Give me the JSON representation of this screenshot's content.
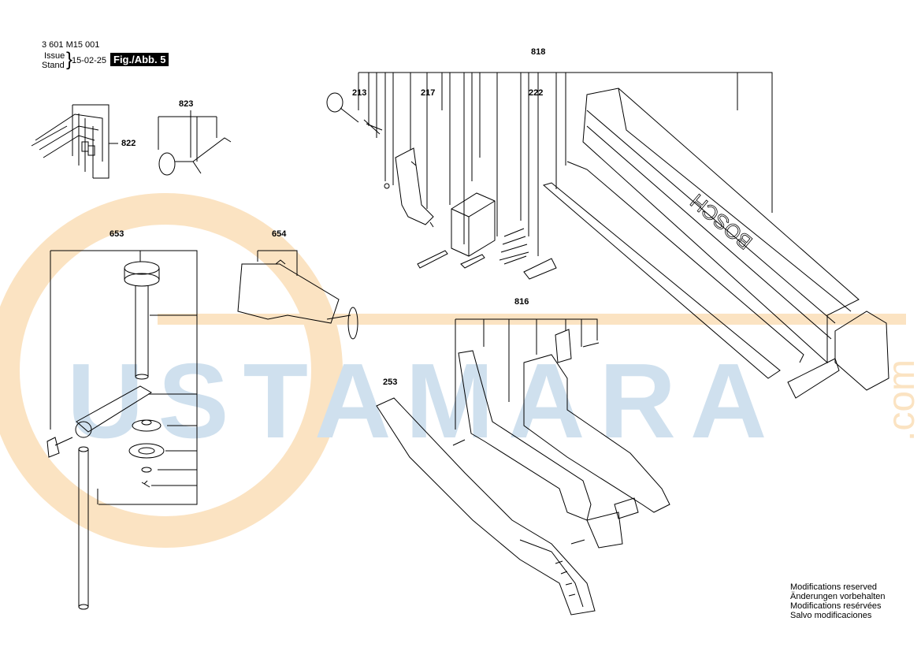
{
  "header": {
    "doc_number": "3 601 M15 001",
    "issue_label": "Issue",
    "stand_label": "Stand",
    "date": "15-02-25",
    "figure": "Fig./Abb. 5"
  },
  "watermark": {
    "text": "USTAMARA",
    "suffix": ".com",
    "color_blue": "#cfe0ee",
    "color_orange": "#fbe3c2"
  },
  "parts": {
    "p818": "818",
    "p213": "213",
    "p217": "217",
    "p222": "222",
    "p822": "822",
    "p823": "823",
    "p653": "653",
    "p654": "654",
    "p816": "816",
    "p253": "253"
  },
  "brand_text": "BOSCH",
  "notes": [
    "Modifications reserved",
    "Änderungen vorbehalten",
    "Modifications resérvées",
    "Salvo modificaciones"
  ]
}
